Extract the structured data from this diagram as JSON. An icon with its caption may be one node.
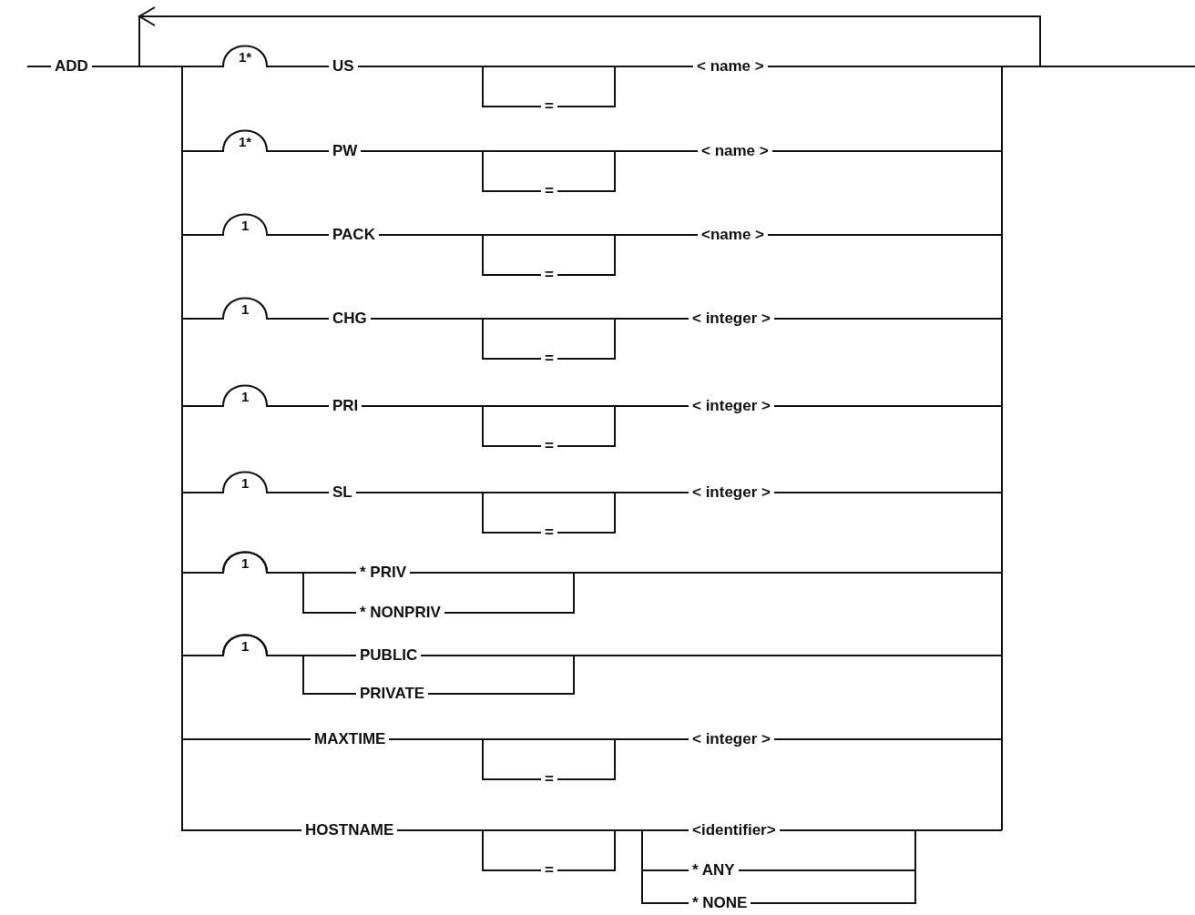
{
  "diagram": {
    "nodes": [
      {
        "text": [
          "ADD"
        ]
      },
      {
        "text": [
          "US"
        ]
      },
      {
        "text": [
          "="
        ]
      },
      {
        "text": [
          "< name >"
        ]
      },
      {
        "text": [
          "PW"
        ]
      },
      {
        "text": [
          "="
        ]
      },
      {
        "text": [
          "< name >"
        ]
      },
      {
        "text": [
          "PACK"
        ]
      },
      {
        "text": [
          "="
        ]
      },
      {
        "text": [
          "<name >"
        ]
      },
      {
        "text": [
          "CHG"
        ]
      },
      {
        "text": [
          "="
        ]
      },
      {
        "text": [
          "< integer >"
        ]
      },
      {
        "text": [
          "PRI"
        ]
      },
      {
        "text": [
          "="
        ]
      },
      {
        "text": [
          "< integer >"
        ]
      },
      {
        "text": [
          "SL"
        ]
      },
      {
        "text": [
          "="
        ]
      },
      {
        "text": [
          "< integer >"
        ]
      },
      {
        "text": [
          "* PRIV"
        ]
      },
      {
        "text": [
          "* NONPRIV"
        ]
      },
      {
        "text": [
          "PUBLIC"
        ]
      },
      {
        "text": [
          "PRIVATE"
        ]
      },
      {
        "text": [
          "MAXTIME"
        ]
      },
      {
        "text": [
          "="
        ]
      },
      {
        "text": [
          "< integer >"
        ]
      },
      {
        "text": [
          "HOSTNAME"
        ]
      },
      {
        "text": [
          "="
        ]
      },
      {
        "text": [
          "<identifier>"
        ]
      },
      {
        "text": [
          "* ANY"
        ]
      },
      {
        "text": [
          "* NONE"
        ]
      }
    ],
    "edges": [
      {
        "from": null,
        "to": 0,
        "arrow": "none"
      },
      {
        "from": 0,
        "to": 1,
        "arrow": "none"
      },
      {
        "from": 1,
        "to": 2,
        "arrow": "none"
      },
      {
        "from": 1,
        "to": 3,
        "arrow": "none"
      },
      {
        "from": 2,
        "to": 3,
        "arrow": "none"
      },
      {
        "from": 3,
        "to": null,
        "arrow": "none"
      },
      {
        "from": 0,
        "to": 4,
        "arrow": "none"
      },
      {
        "from": 4,
        "to": 5,
        "arrow": "none"
      },
      {
        "from": 4,
        "to": 6,
        "arrow": "none"
      },
      {
        "from": 5,
        "to": 6,
        "arrow": "none"
      },
      {
        "from": 6,
        "to": null,
        "arrow": "none"
      },
      {
        "from": 0,
        "to": 7,
        "arrow": "none"
      },
      {
        "from": 7,
        "to": 8,
        "arrow": "none"
      },
      {
        "from": 7,
        "to": 9,
        "arrow": "none"
      },
      {
        "from": 8,
        "to": 9,
        "arrow": "none"
      },
      {
        "from": 9,
        "to": null,
        "arrow": "none"
      },
      {
        "from": 0,
        "to": 10,
        "arrow": "none"
      },
      {
        "from": 10,
        "to": 11,
        "arrow": "none"
      },
      {
        "from": 10,
        "to": 12,
        "arrow": "none"
      },
      {
        "from": 11,
        "to": 12,
        "arrow": "none"
      },
      {
        "from": 12,
        "to": null,
        "arrow": "none"
      },
      {
        "from": 0,
        "to": 13,
        "arrow": "none"
      },
      {
        "from": 13,
        "to": 14,
        "arrow": "none"
      },
      {
        "from": 13,
        "to": 15,
        "arrow": "none"
      },
      {
        "from": 14,
        "to": 15,
        "arrow": "none"
      },
      {
        "from": 15,
        "to": null,
        "arrow": "none"
      },
      {
        "from": 0,
        "to": 16,
        "arrow": "none"
      },
      {
        "from": 16,
        "to": 17,
        "arrow": "none"
      },
      {
        "from": 16,
        "to": 18,
        "arrow": "none"
      },
      {
        "from": 17,
        "to": 18,
        "arrow": "none"
      },
      {
        "from": 18,
        "to": null,
        "arrow": "none"
      },
      {
        "from": 0,
        "to": 19,
        "arrow": "none"
      },
      {
        "from": 0,
        "to": 20,
        "arrow": "none"
      },
      {
        "from": 19,
        "to": null,
        "arrow": "none"
      },
      {
        "from": 20,
        "to": null,
        "arrow": "none"
      },
      {
        "from": 0,
        "to": 21,
        "arrow": "none"
      },
      {
        "from": 0,
        "to": 22,
        "arrow": "none"
      },
      {
        "from": 21,
        "to": null,
        "arrow": "none"
      },
      {
        "from": 22,
        "to": null,
        "arrow": "none"
      },
      {
        "from": 0,
        "to": 23,
        "arrow": "none"
      },
      {
        "from": 23,
        "to": 24,
        "arrow": "none"
      },
      {
        "from": 23,
        "to": 25,
        "arrow": "none"
      },
      {
        "from": 24,
        "to": 25,
        "arrow": "none"
      },
      {
        "from": 25,
        "to": null,
        "arrow": "none"
      },
      {
        "from": 0,
        "to": 26,
        "arrow": "none"
      },
      {
        "from": 26,
        "to": 27,
        "arrow": "none"
      },
      {
        "from": 26,
        "to": 28,
        "arrow": "none"
      },
      {
        "from": 26,
        "to": 29,
        "arrow": "none"
      },
      {
        "from": 26,
        "to": 30,
        "arrow": "none"
      },
      {
        "from": 27,
        "to": 28,
        "arrow": "none"
      },
      {
        "from": 27,
        "to": 29,
        "arrow": "none"
      },
      {
        "from": 27,
        "to": 30,
        "arrow": "none"
      },
      {
        "from": 28,
        "to": null,
        "arrow": "none"
      },
      {
        "from": 29,
        "to": null,
        "arrow": "none"
      },
      {
        "from": 30,
        "to": null,
        "arrow": "none"
      }
    ],
    "labels": [
      "1*",
      "1*",
      "1",
      "1",
      "1",
      "1",
      "1",
      "1"
    ]
  }
}
